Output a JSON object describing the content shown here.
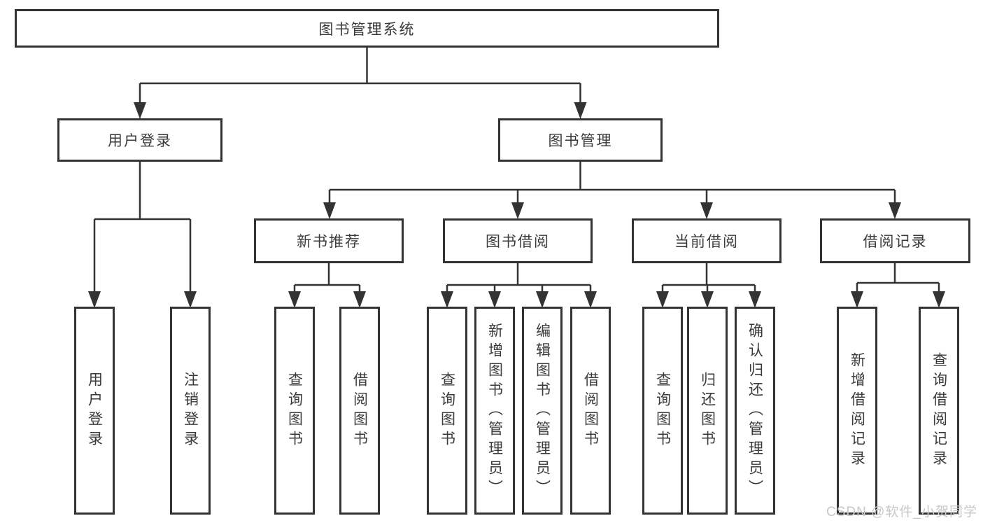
{
  "diagram_title": "图书管理系统",
  "colors": {
    "line": "#333333",
    "box_border": "#333333",
    "box_fill": "#ffffff",
    "text": "#3a3a3a",
    "watermark": "#c8c8c8",
    "background": "#ffffff"
  },
  "tree": {
    "label": "图书管理系统",
    "children": [
      {
        "label": "用户登录",
        "children": [
          {
            "label": "用户登录"
          },
          {
            "label": "注销登录"
          }
        ]
      },
      {
        "label": "图书管理",
        "children": [
          {
            "label": "新书推荐",
            "children": [
              {
                "label": "查询图书"
              },
              {
                "label": "借阅图书"
              }
            ]
          },
          {
            "label": "图书借阅",
            "children": [
              {
                "label": "查询图书"
              },
              {
                "label": "新增图书（管理员）"
              },
              {
                "label": "编辑图书（管理员）"
              },
              {
                "label": "借阅图书"
              }
            ]
          },
          {
            "label": "当前借阅",
            "children": [
              {
                "label": "查询图书"
              },
              {
                "label": "归还图书"
              },
              {
                "label": "确认归还（管理员）"
              }
            ]
          },
          {
            "label": "借阅记录",
            "children": [
              {
                "label": "新增借阅记录"
              },
              {
                "label": "查询借阅记录"
              }
            ]
          }
        ]
      }
    ]
  },
  "watermark": {
    "text": "CSDN @软件_小贺同学"
  }
}
